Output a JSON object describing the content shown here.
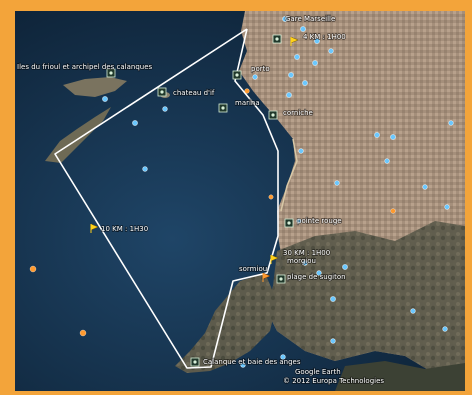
{
  "labels": {
    "iles_frioul": "Iles du frioul et archipel des calanques",
    "chateau_if": "chateau d'if",
    "gare_marseille": "Gare Marseille",
    "km_top": "4 KM : 1H00",
    "porto": "porto",
    "marina": "marina",
    "corniche": "corniche",
    "pointe_rouge": "pointe rouge",
    "km_mid": "10 KM : 1H30",
    "km_route": "30 KM : 1H00",
    "morgiou": "morgiou",
    "sormiou": "sormiou",
    "plage_sugiton": "plage de sugiton",
    "calanque": "Calanque et baie des anges",
    "credits_1": "Google Earth",
    "credits_2": "© 2012 Europa Technologies"
  },
  "icons": {
    "pushpin": "pushpin-icon",
    "site": "site-marker-icon",
    "poi": "poi-dot-icon"
  },
  "colors": {
    "frame": "#f3a43a",
    "route": "#ffffff",
    "sea": "#1a3a58",
    "poi": "#6bc8ff",
    "pin": "#ffd21a"
  }
}
